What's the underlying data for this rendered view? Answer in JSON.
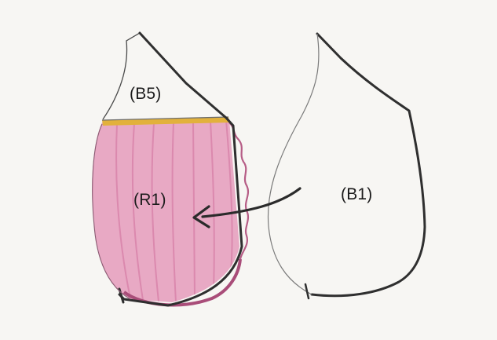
{
  "diagram": {
    "labels": {
      "b5": "(B5)",
      "r1": "(R1)",
      "b1": "(B1)"
    },
    "colors": {
      "paper": "#f7f6f3",
      "lining_fill": "#e7a7c3",
      "lining_stripe": "#d885aa",
      "lining_edge": "#b65d86",
      "yellow_band": "#e2b13c",
      "outline": "#3a3a3a"
    }
  }
}
